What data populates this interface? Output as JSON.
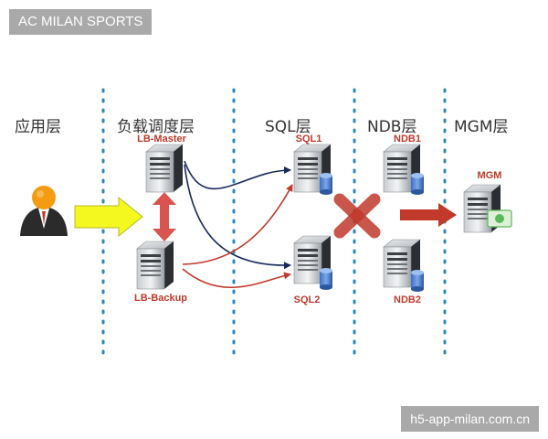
{
  "watermarks": {
    "top": "AC MILAN SPORTS",
    "bottom": "h5-app-milan.com.cn"
  },
  "layers": [
    {
      "label": "应用层"
    },
    {
      "label": "负载调度层"
    },
    {
      "label": "SQL层"
    },
    {
      "label": "NDB层"
    },
    {
      "label": "MGM层"
    }
  ],
  "nodes": {
    "lb_master": "LB-Master",
    "lb_backup": "LB-Backup",
    "sql1": "SQL1",
    "sql2": "SQL2",
    "ndb1": "NDB1",
    "ndb2": "NDB2",
    "mgm": "MGM"
  },
  "colors": {
    "divider": "#2e86c1",
    "label_red": "#c0392b",
    "arrow_navy": "#1a2a5e",
    "arrow_red": "#c0392b",
    "yellow_arrow": "#f4f81f",
    "x_mark": "#c0392b"
  }
}
